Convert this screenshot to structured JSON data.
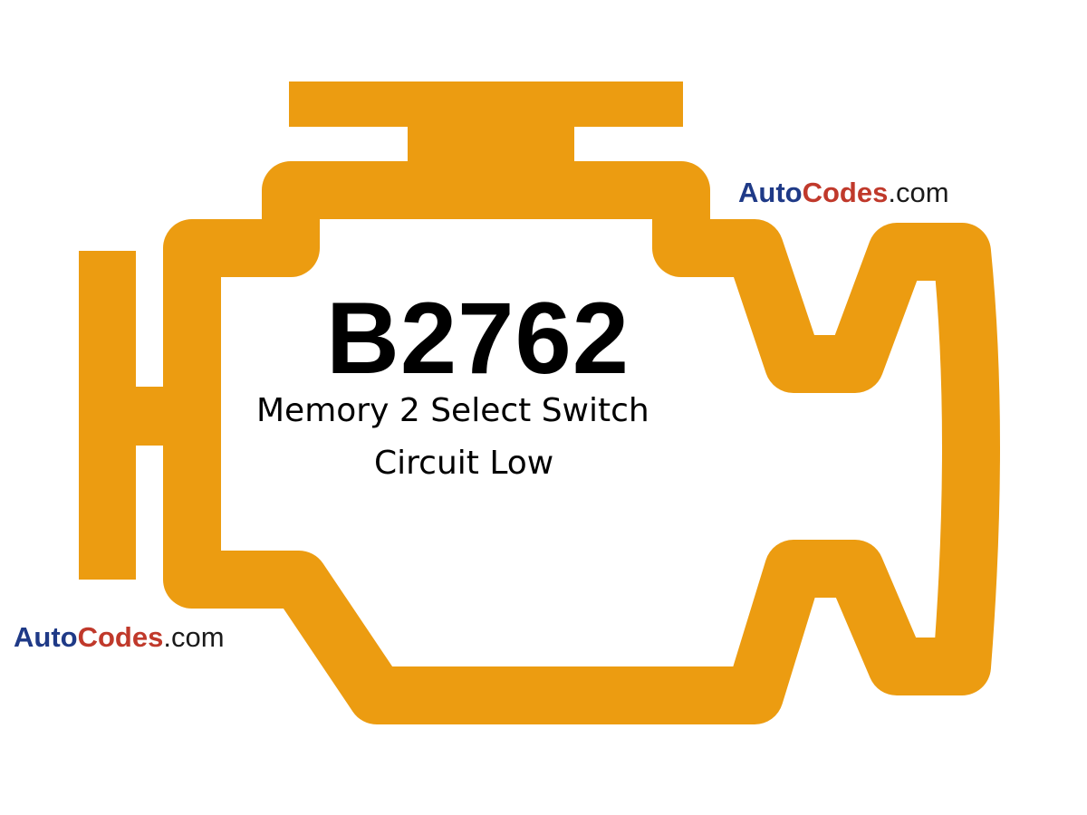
{
  "code": "B2762",
  "description": {
    "line1": "Memory 2 Select Switch",
    "line2": "Circuit Low"
  },
  "watermark": {
    "part1": "Auto",
    "part2": "Codes",
    "part3": ".com"
  },
  "icon": "check-engine-icon",
  "colors": {
    "engine": "#EC9C11",
    "brand_auto": "#1f3a87",
    "brand_codes": "#c0392b"
  }
}
